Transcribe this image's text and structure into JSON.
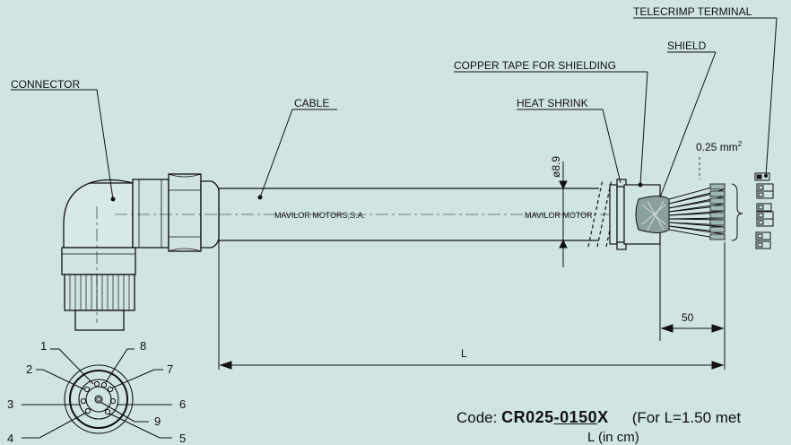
{
  "labels": {
    "telecrimp": "TELECRIMP TERMINAL",
    "shield": "SHIELD",
    "copper_tape": "COPPER TAPE FOR SHIELDING",
    "heat_shrink": "HEAT SHRINK",
    "connector": "CONNECTOR",
    "cable": "CABLE",
    "brand_1": "MAVILOR  MOTORS,S.A.",
    "brand_2": "MAVILOR  MOTOR",
    "diameter": "ø8.9",
    "section": "0.25 mm",
    "section_exp": "2",
    "dim_50": "50",
    "dim_L": "L"
  },
  "pins": [
    "1",
    "2",
    "3",
    "4",
    "5",
    "6",
    "7",
    "8",
    "9"
  ],
  "code": {
    "prefix": "Code: ",
    "part1": "CR025",
    "part2": "-0150",
    "part3": "X",
    "note": "(For L=1.50 met",
    "sub": "L (in cm)"
  },
  "colors": {
    "background": "#cfe4e3",
    "cable": "#cfe4e3",
    "line": "#111111"
  }
}
